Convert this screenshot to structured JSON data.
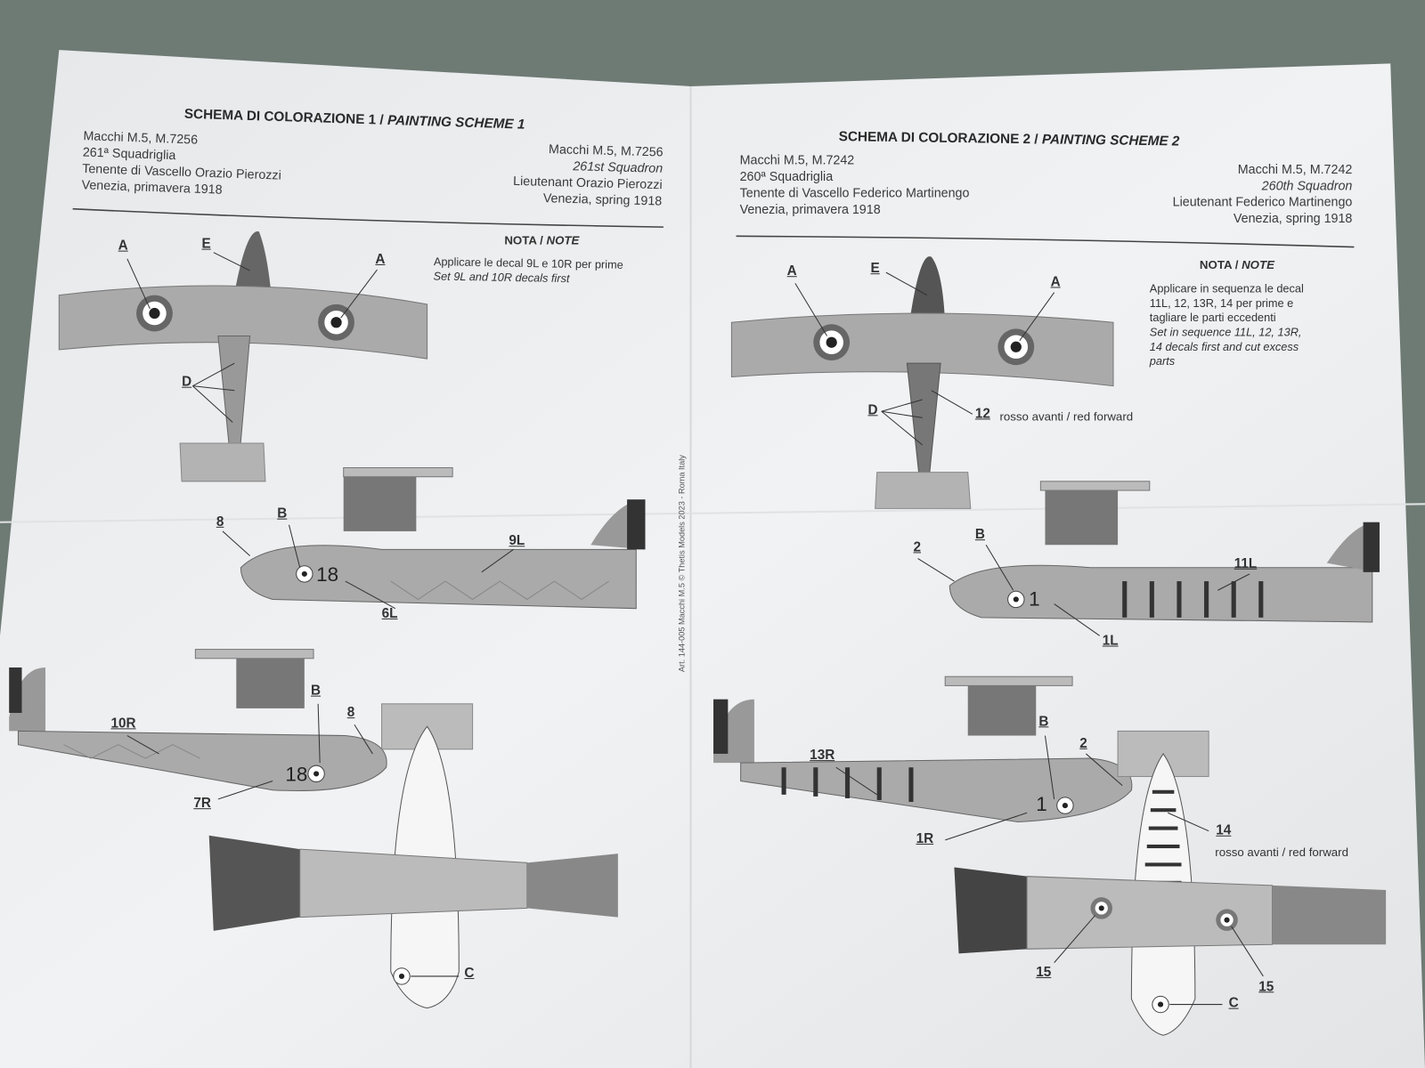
{
  "scheme1": {
    "title_it": "SCHEMA DI COLORAZIONE 1 /",
    "title_en": "PAINTING SCHEME 1",
    "it_lines": [
      "Macchi M.5, M.7256",
      "261ª Squadriglia",
      "Tenente di Vascello Orazio Pierozzi",
      "Venezia, primavera 1918"
    ],
    "en_lines": [
      "Macchi M.5, M.7256",
      "261st Squadron",
      "Lieutenant Orazio Pierozzi",
      "Venezia, spring 1918"
    ],
    "nota_it": "NOTA /",
    "nota_en": "NOTE",
    "note_it": "Applicare le decal 9L e 10R per prime",
    "note_en": "Set 9L and 10R decals first",
    "callouts": {
      "a1": "A",
      "e": "E",
      "a2": "A",
      "d": "D",
      "b1": "B",
      "n8a": "8",
      "n9l": "9L",
      "n6l": "6L",
      "b2": "B",
      "n8b": "8",
      "n10r": "10R",
      "n7r": "7R",
      "c": "C"
    },
    "codes": {
      "left": "18",
      "right": "18"
    }
  },
  "scheme2": {
    "title_it": "SCHEMA DI COLORAZIONE 2 /",
    "title_en": "PAINTING SCHEME 2",
    "it_lines": [
      "Macchi M.5, M.7242",
      "260ª Squadriglia",
      "Tenente di Vascello Federico Martinengo",
      "Venezia, primavera 1918"
    ],
    "en_lines": [
      "Macchi M.5, M.7242",
      "260th Squadron",
      "Lieutenant Federico Martinengo",
      "Venezia, spring 1918"
    ],
    "nota_it": "NOTA /",
    "nota_en": "NOTE",
    "note_it": [
      "Applicare in sequenza le decal",
      "11L, 12, 13R, 14 per prime e",
      "tagliare le parti eccedenti"
    ],
    "note_en": [
      "Set in sequence 11L, 12, 13R,",
      "14 decals first and cut excess",
      "parts"
    ],
    "callouts": {
      "a1": "A",
      "e": "E",
      "a2": "A",
      "d": "D",
      "n12": "12",
      "n12_text": "rosso avanti / red forward",
      "b1": "B",
      "n2a": "2",
      "n11l": "11L",
      "n1l": "1L",
      "b2": "B",
      "n2b": "2",
      "n13r": "13R",
      "n1r": "1R",
      "n14": "14",
      "n14_text": "rosso avanti / red forward",
      "n15a": "15",
      "n15b": "15",
      "c": "C"
    },
    "codes": {
      "left": "1",
      "right": "1"
    }
  },
  "imprint": "Art. 144-005 Macchi M.5   © Thetis Models 2023 - Roma Italy",
  "colors": {
    "background": "#6e7a74",
    "paper": "#eceef0",
    "grey": "#a8a8a8",
    "dark": "#555555"
  }
}
